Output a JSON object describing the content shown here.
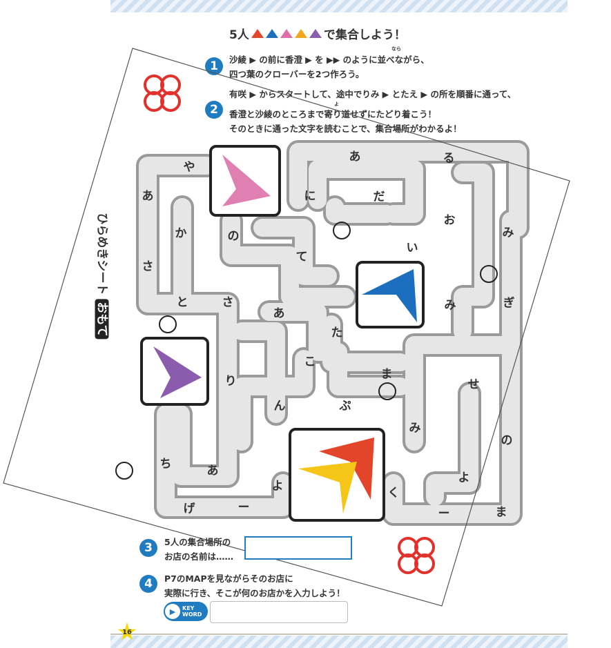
{
  "title": {
    "prefix": "5人",
    "suffix": "で集合しよう！",
    "chevron_colors": [
      "#e2452a",
      "#1c6fbf",
      "#e06fa8",
      "#f0a81c",
      "#8b5cad"
    ]
  },
  "instructions": [
    {
      "number": "1",
      "lines": [
        "沙綾 ▶ の前に香澄 ▶ を ▶▶ のように並べながら、",
        "四つ葉のクローバーを2つ作ろう。"
      ],
      "ruby": "なら"
    },
    {
      "number": "2",
      "lines": [
        "有咲 ▶ からスタートして、途中でりみ ▶ とたえ ▶ の所を順番に通って、",
        "香澄と沙綾のところまで寄り道せずにたどり着こう！",
        "そのときに通った文字を読むことで、集合場所がわかるよ！"
      ],
      "ruby": "よ"
    }
  ],
  "sheet_label": "ひらめきシート",
  "sheet_badge": "おもて",
  "maze_chars": [
    "や",
    "あ",
    "か",
    "さ",
    "と",
    "さ",
    "の",
    "て",
    "あ",
    "た",
    "こ",
    "ま",
    "り",
    "ん",
    "ぷ",
    "ち",
    "あ",
    "よ",
    "げ",
    "ー",
    "く",
    "ー",
    "ま",
    "よ",
    "み",
    "の",
    "せ",
    "み",
    "ぎ",
    "お",
    "み",
    "い",
    "る",
    "あ",
    "に",
    "だ"
  ],
  "question3": {
    "number": "3",
    "lines": [
      "5人の集合場所の",
      "お店の名前は……"
    ],
    "answer": ""
  },
  "question4": {
    "number": "4",
    "lines": [
      "P7のMAPを見ながらそのお店に",
      "実際に行き、そこが何のお店かを入力しよう！"
    ],
    "keyword_label": [
      "KEY",
      "WORD"
    ],
    "answer": ""
  },
  "page_number": "16"
}
